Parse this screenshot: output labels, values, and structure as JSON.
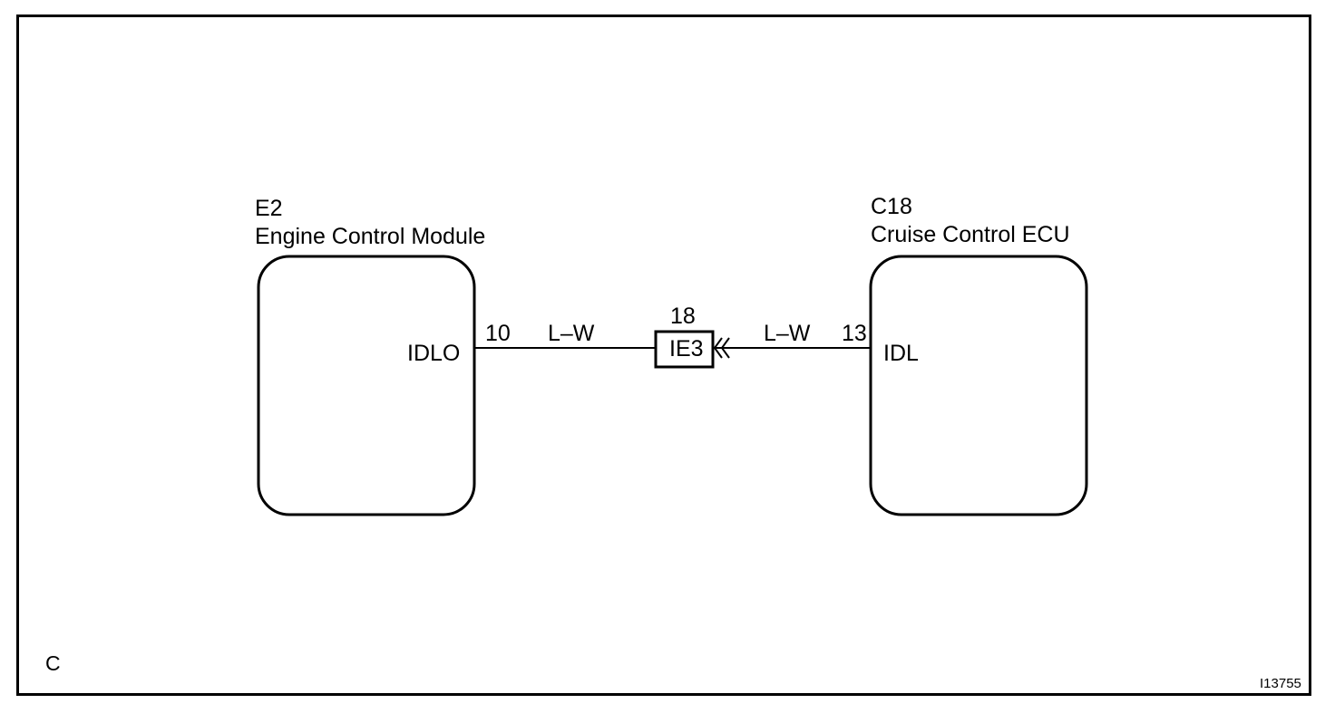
{
  "left_component": {
    "code": "E2",
    "name": "Engine Control Module",
    "terminal_name": "IDLO",
    "pin": "10"
  },
  "right_component": {
    "code": "C18",
    "name": "Cruise Control ECU",
    "terminal_name": "IDL",
    "pin": "13"
  },
  "connector": {
    "code": "IE3",
    "pin": "18"
  },
  "wire_left": {
    "color_code": "L–W"
  },
  "wire_right": {
    "color_code": "L–W"
  },
  "footer": {
    "corner_letter": "C",
    "figure_id": "I13755"
  }
}
